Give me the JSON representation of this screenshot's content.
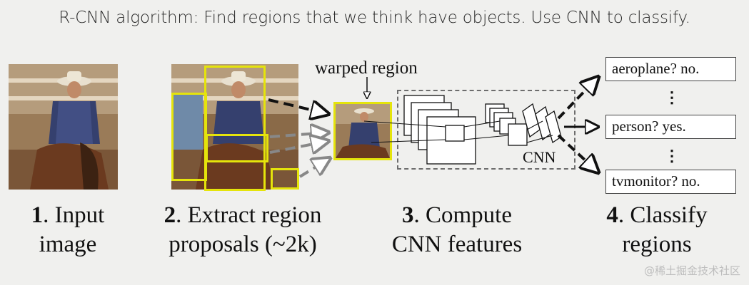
{
  "title": "R-CNN algorithm: Find regions that we think have objects. Use CNN to classify.",
  "warped_label": "warped region",
  "cnn_label": "CNN",
  "classes": [
    {
      "text": "aeroplane? no."
    },
    {
      "text": "person? yes."
    },
    {
      "text": "tvmonitor? no."
    }
  ],
  "dots": [
    "⋮",
    "⋮"
  ],
  "steps": [
    {
      "num": "1",
      "line1": ". Input",
      "line2": "image"
    },
    {
      "num": "2",
      "line1": ". Extract region",
      "line2": "proposals (~2k)"
    },
    {
      "num": "3",
      "line1": ". Compute",
      "line2": "CNN features"
    },
    {
      "num": "4",
      "line1": ". Classify",
      "line2": "regions"
    }
  ],
  "watermark": "@稀土掘金技术社区",
  "colors": {
    "proposal_box": "#e5e40b",
    "background": "#f0f0ee"
  }
}
